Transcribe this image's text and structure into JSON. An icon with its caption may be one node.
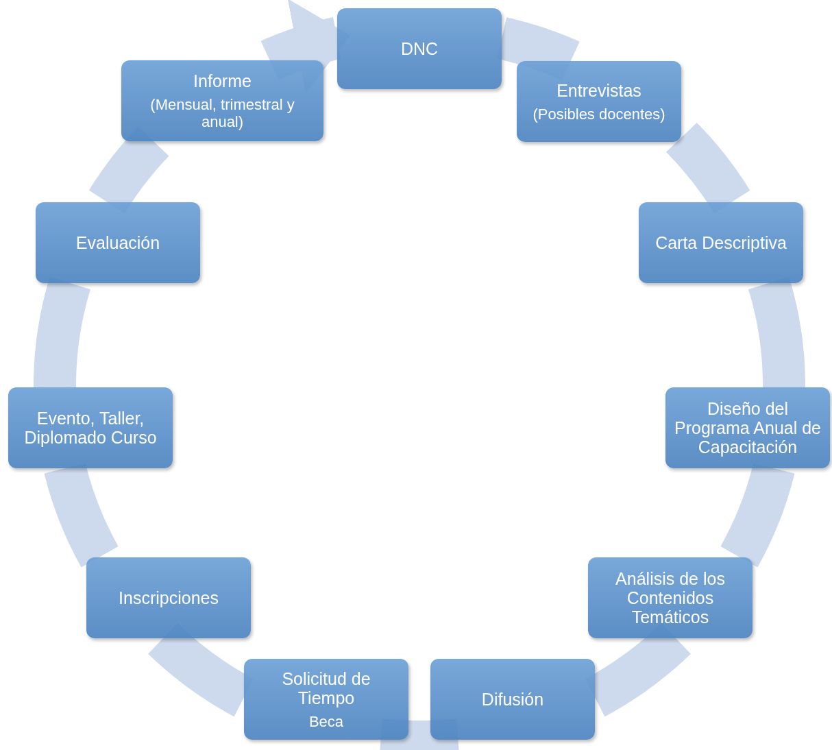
{
  "diagram": {
    "nodes": [
      {
        "text": [
          "DNC"
        ]
      },
      {
        "text": [
          "Entrevistas",
          "(Posibles docentes)"
        ]
      },
      {
        "text": [
          "Carta Descriptiva"
        ]
      },
      {
        "text": [
          "Diseño del Programa Anual de Capacitación"
        ]
      },
      {
        "text": [
          "Análisis de los Contenidos Temáticos"
        ]
      },
      {
        "text": [
          "Difusión"
        ]
      },
      {
        "text": [
          "Solicitud de Tiempo",
          "Beca"
        ]
      },
      {
        "text": [
          "Inscripciones"
        ]
      },
      {
        "text": [
          "Evento, Taller, Diplomado Curso"
        ]
      },
      {
        "text": [
          "Evaluación"
        ]
      },
      {
        "text": [
          "Informe",
          "(Mensual, trimestral y anual)"
        ]
      }
    ],
    "edges": [
      {
        "from": 0,
        "to": 1,
        "arrow": "none"
      },
      {
        "from": 1,
        "to": 2,
        "arrow": "none"
      },
      {
        "from": 2,
        "to": 3,
        "arrow": "none"
      },
      {
        "from": 3,
        "to": 4,
        "arrow": "none"
      },
      {
        "from": 4,
        "to": 5,
        "arrow": "none"
      },
      {
        "from": 5,
        "to": 6,
        "arrow": "none"
      },
      {
        "from": 6,
        "to": 7,
        "arrow": "none"
      },
      {
        "from": 7,
        "to": 8,
        "arrow": "none"
      },
      {
        "from": 8,
        "to": 9,
        "arrow": "none"
      },
      {
        "from": 9,
        "to": 10,
        "arrow": "none"
      },
      {
        "from": 10,
        "to": 0,
        "arrow": "to"
      }
    ]
  }
}
